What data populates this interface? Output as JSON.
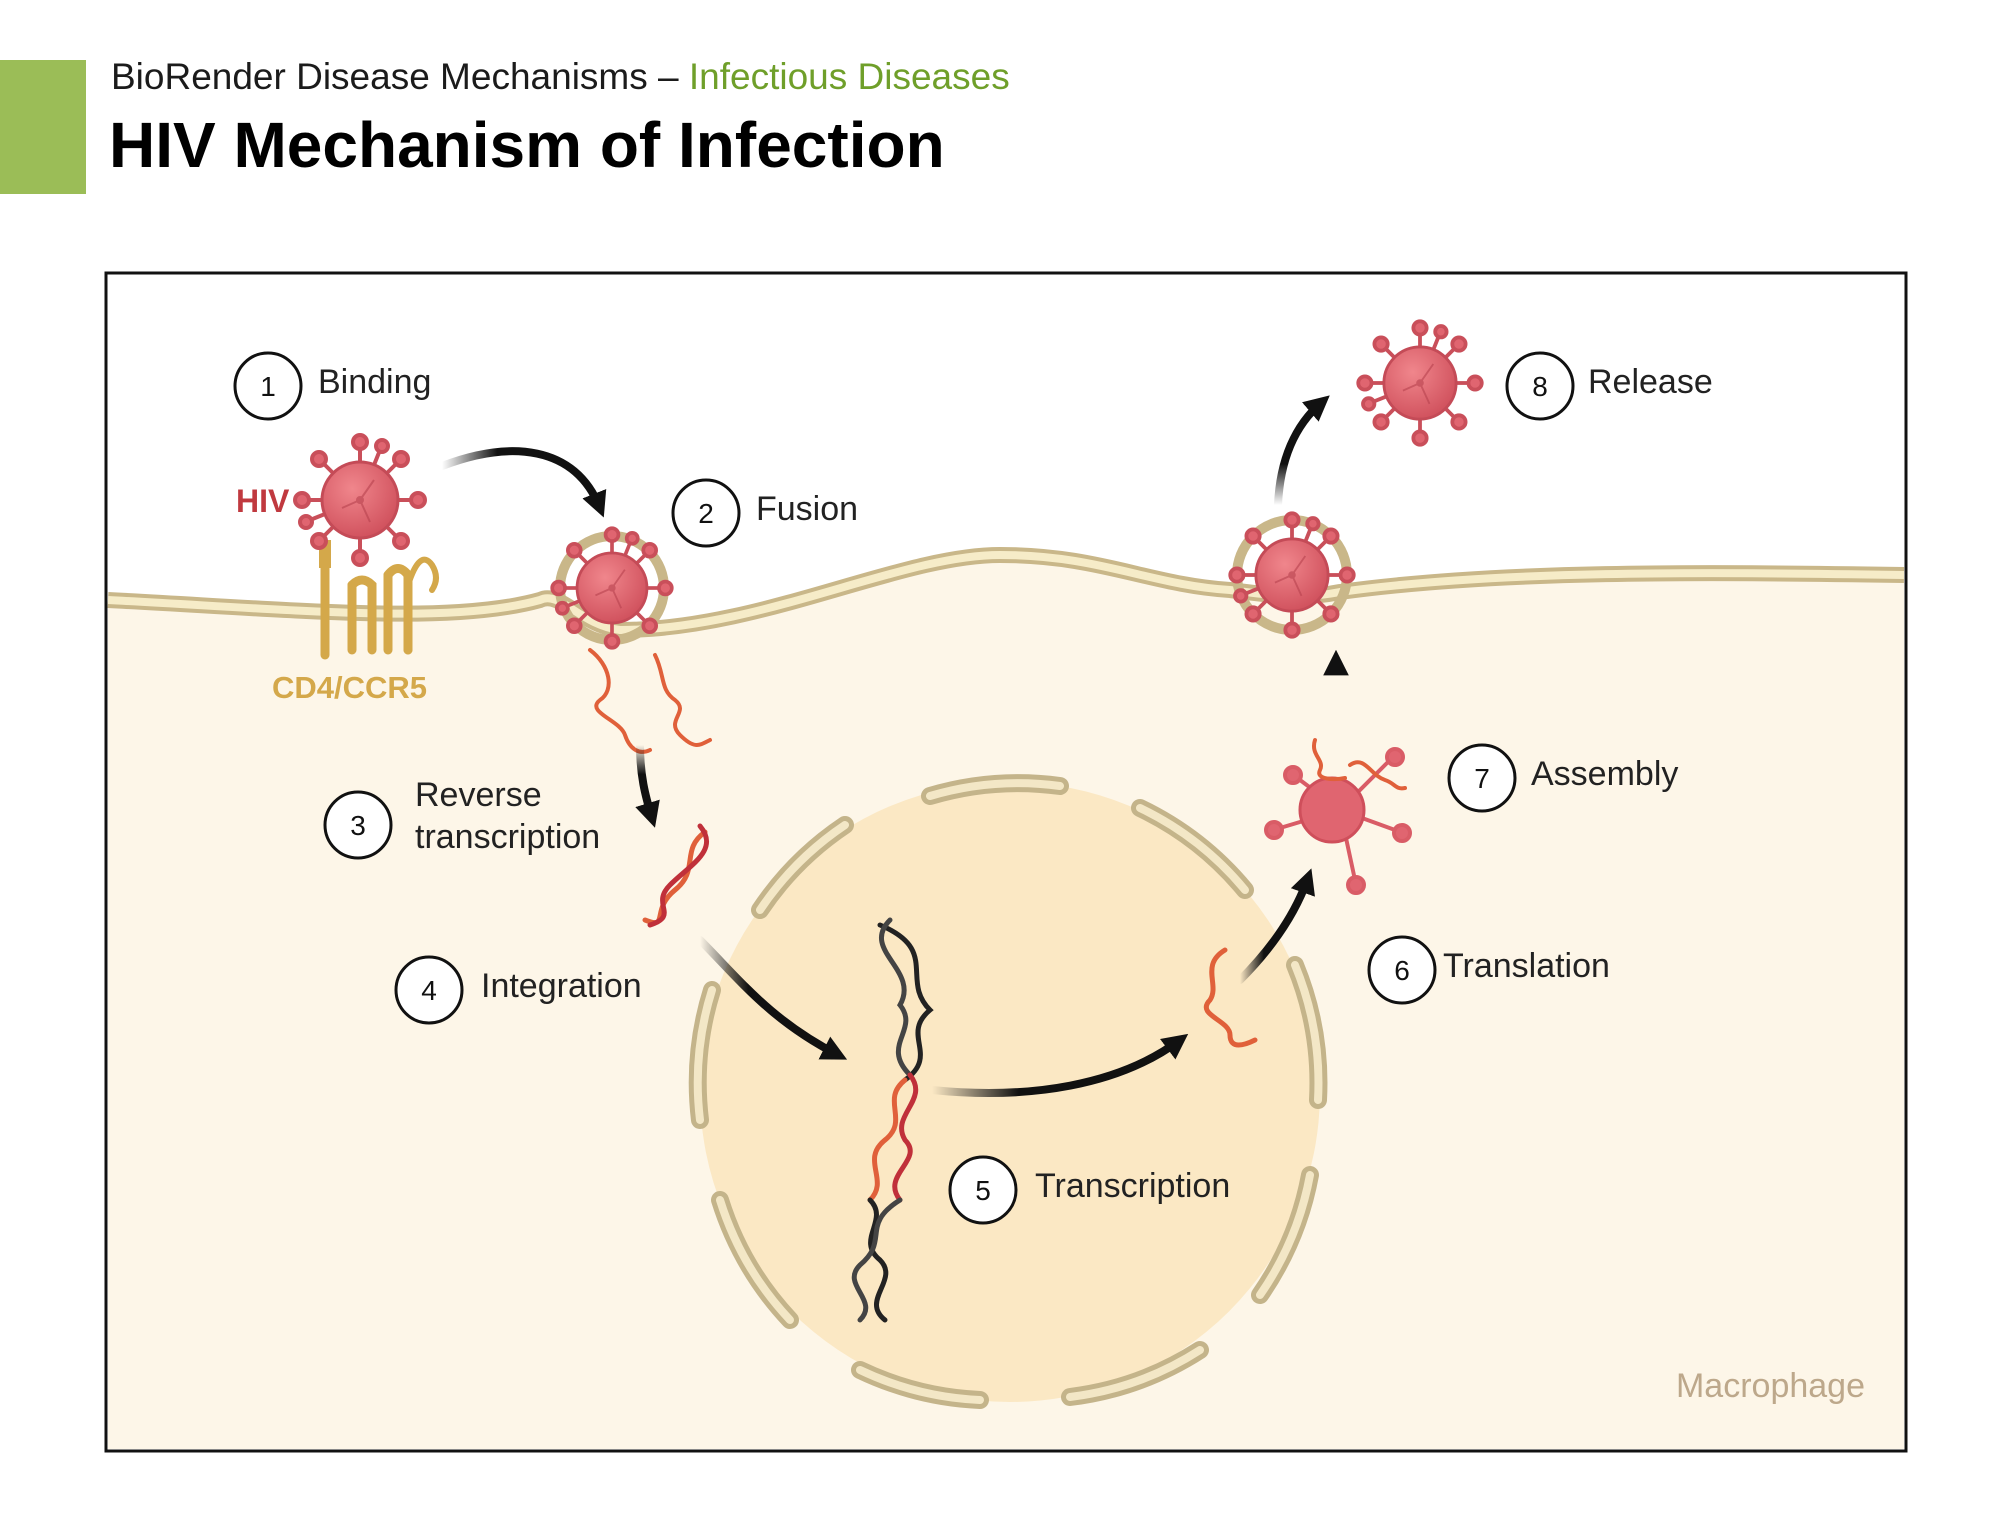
{
  "header": {
    "series": "BioRender Disease Mechanisms",
    "separator": " – ",
    "category": "Infectious Diseases",
    "title": "HIV Mechanism of Infection"
  },
  "colors": {
    "accent": "#9bbd57",
    "category_text": "#6f9f2a",
    "virus": "#d95c66",
    "receptor": "#d4a84a",
    "cytoplasm": "#fdf6e8",
    "nucleus": "#fbe8c4",
    "rna": "#e0603a"
  },
  "labels": {
    "virus": "HIV",
    "receptor": "CD4/CCR5",
    "cell": "Macrophage"
  },
  "steps": [
    {
      "number": "1",
      "label": "Binding"
    },
    {
      "number": "2",
      "label": "Fusion"
    },
    {
      "number": "3",
      "label_line1": "Reverse",
      "label_line2": "transcription"
    },
    {
      "number": "4",
      "label": "Integration"
    },
    {
      "number": "5",
      "label": "Transcription"
    },
    {
      "number": "6",
      "label": "Translation"
    },
    {
      "number": "7",
      "label": "Assembly"
    },
    {
      "number": "8",
      "label": "Release"
    }
  ]
}
